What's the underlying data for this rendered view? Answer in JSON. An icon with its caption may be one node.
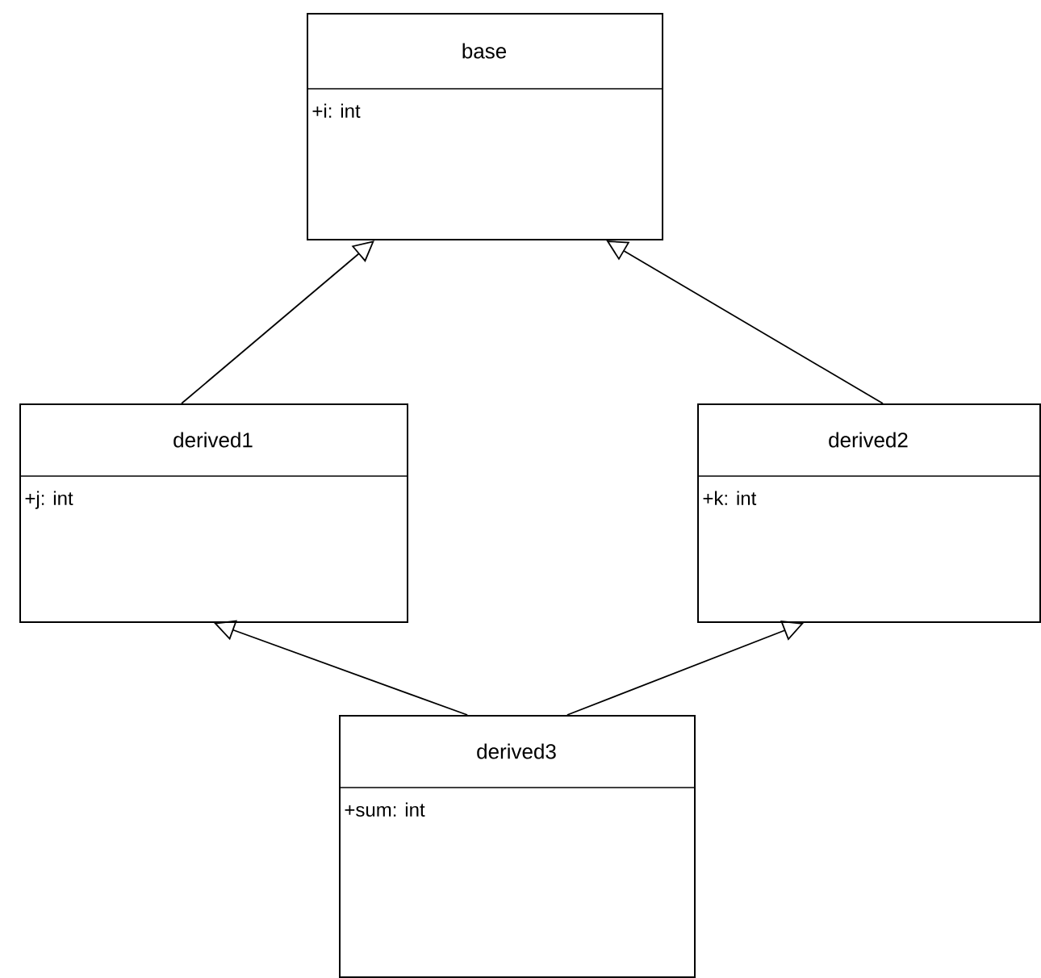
{
  "diagram": {
    "nodes": [
      {
        "text": [
          "base",
          "+i: int"
        ]
      },
      {
        "text": [
          "derived1",
          "+j: int"
        ]
      },
      {
        "text": [
          "derived2",
          "+k: int"
        ]
      },
      {
        "text": [
          "derived3",
          "+sum: int"
        ]
      }
    ],
    "edges": [
      {
        "from": 1,
        "to": 0,
        "arrow": "to"
      },
      {
        "from": 2,
        "to": 0,
        "arrow": "to"
      },
      {
        "from": 3,
        "to": 1,
        "arrow": "to"
      },
      {
        "from": 3,
        "to": 2,
        "arrow": "to"
      }
    ]
  }
}
